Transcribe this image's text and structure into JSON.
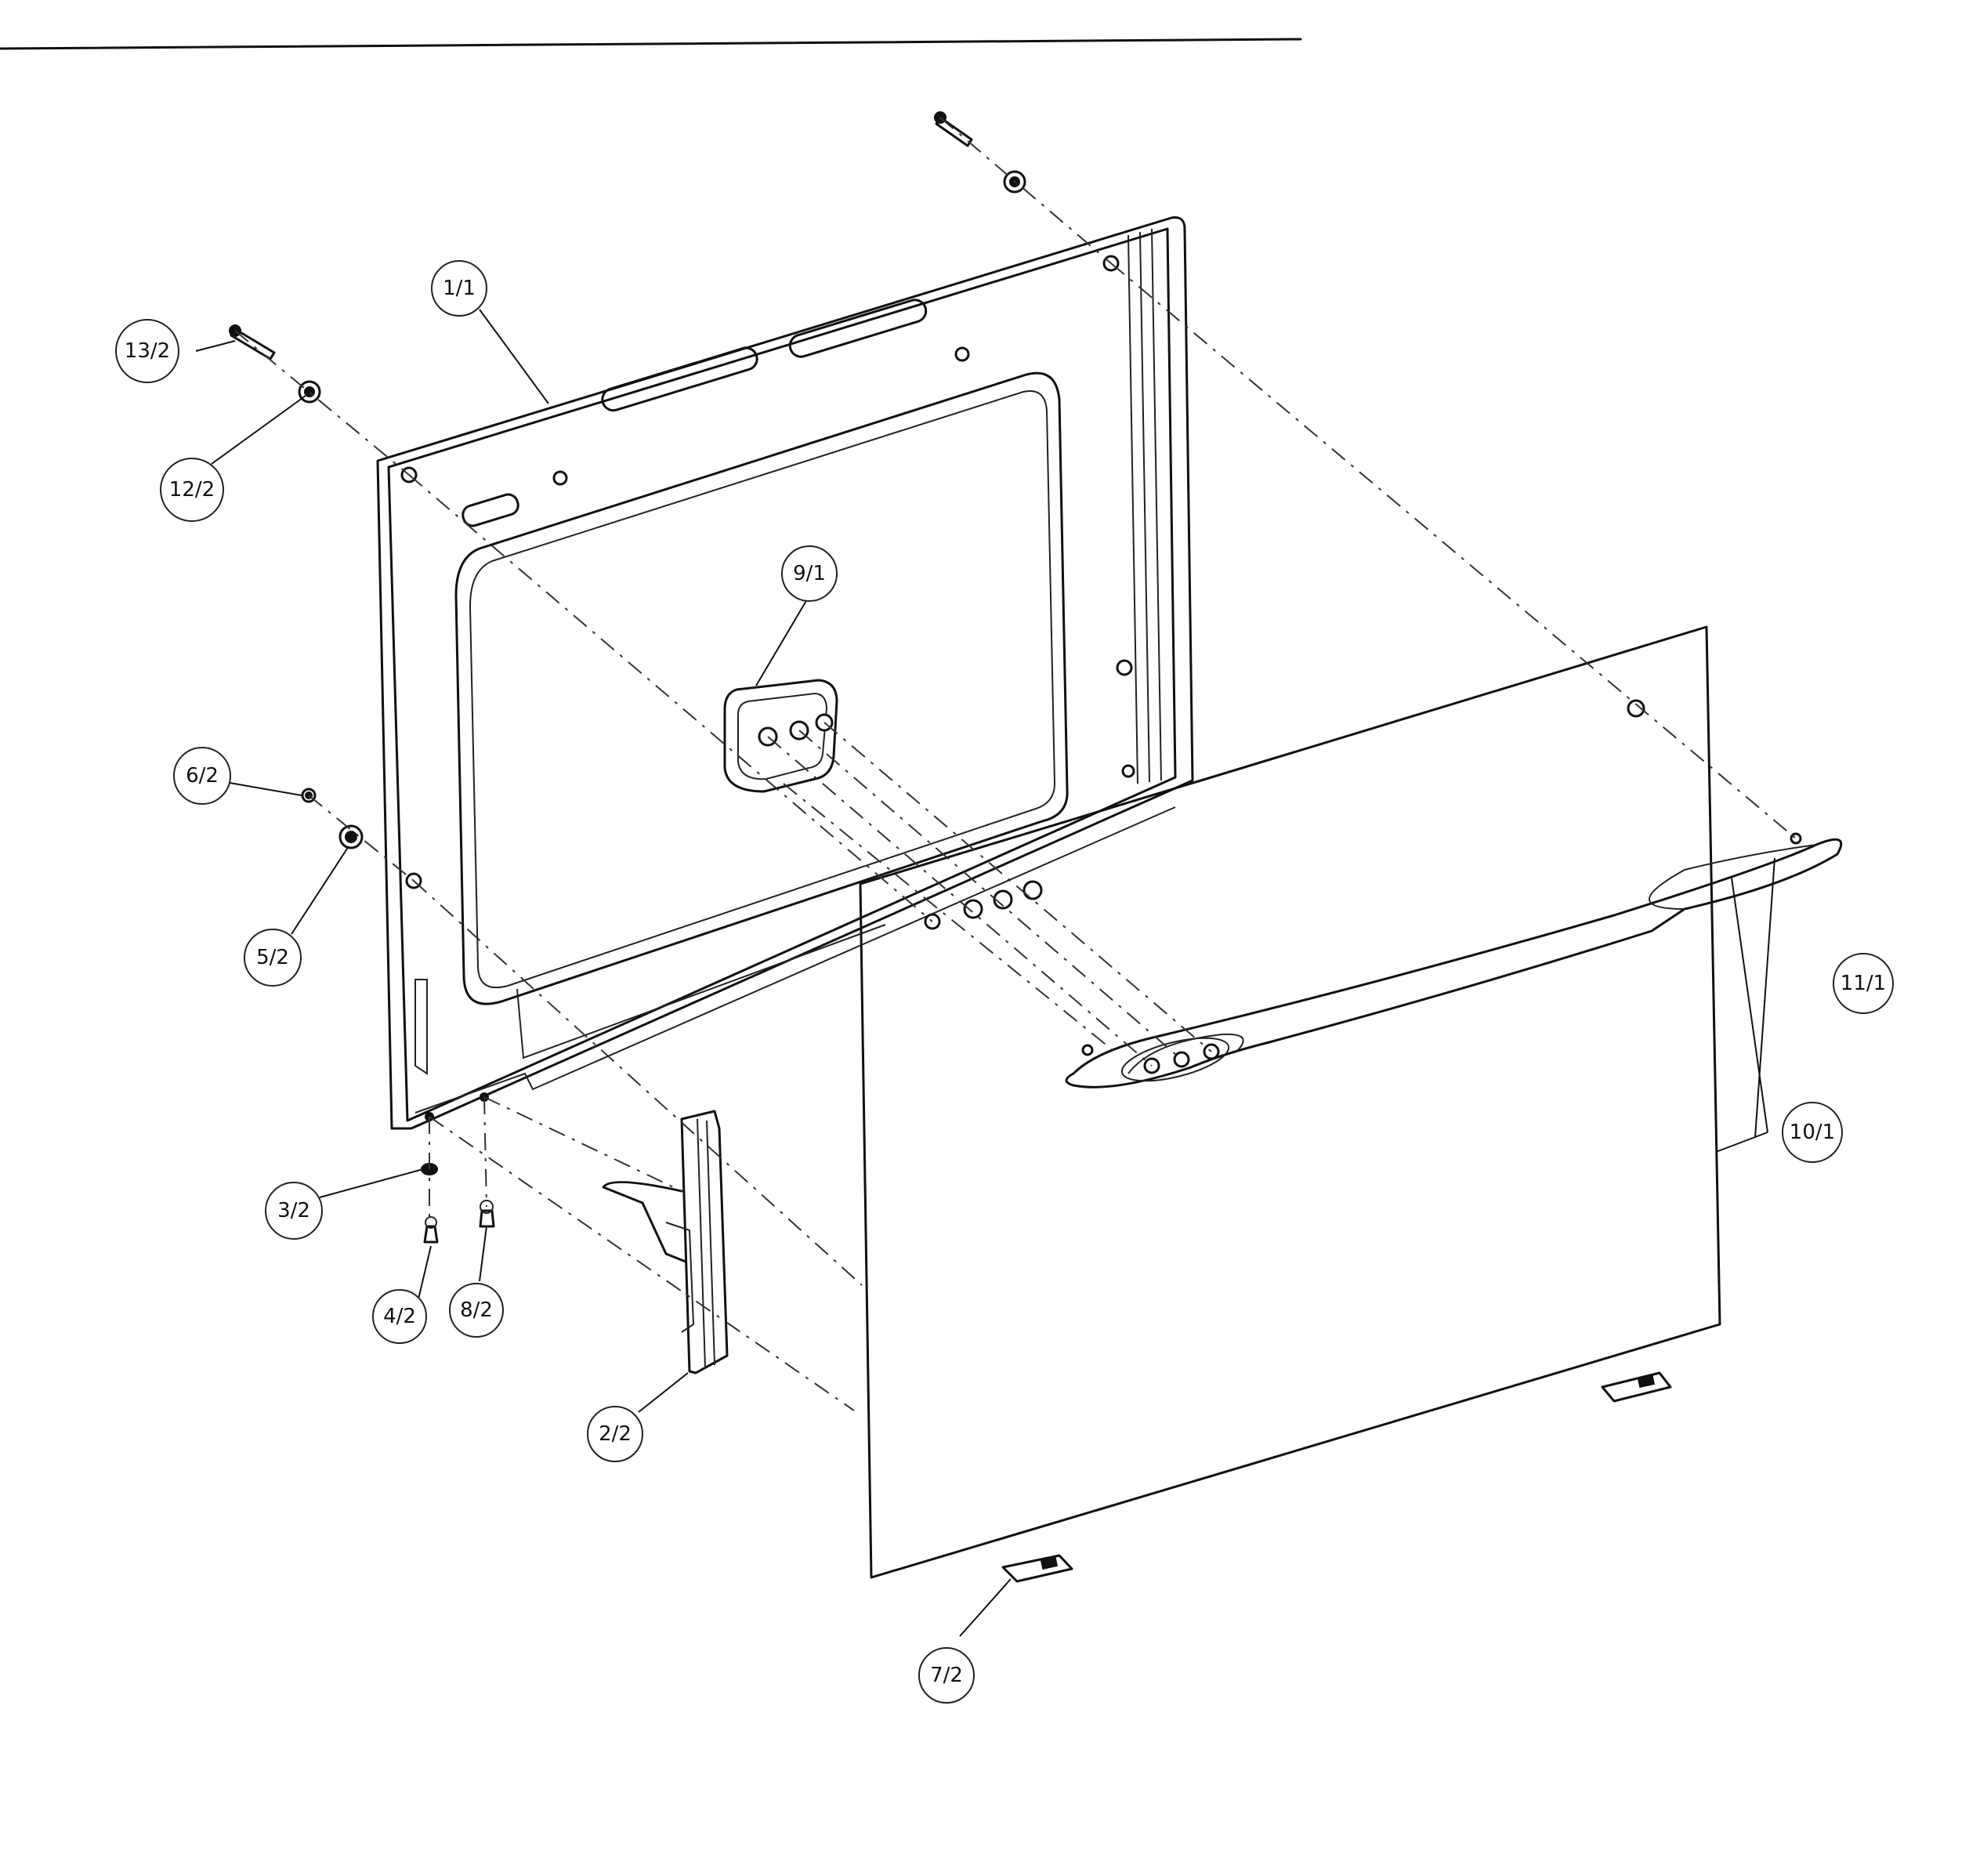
{
  "diagram": {
    "labels": {
      "p1_1": "1/1",
      "p2_2": "2/2",
      "p3_2": "3/2",
      "p4_2": "4/2",
      "p5_2": "5/2",
      "p6_2": "6/2",
      "p7_2": "7/2",
      "p8_2": "8/2",
      "p9_1": "9/1",
      "p10_1": "10/1",
      "p11_1": "11/1",
      "p12_2": "12/2",
      "p13_2": "13/2"
    }
  }
}
